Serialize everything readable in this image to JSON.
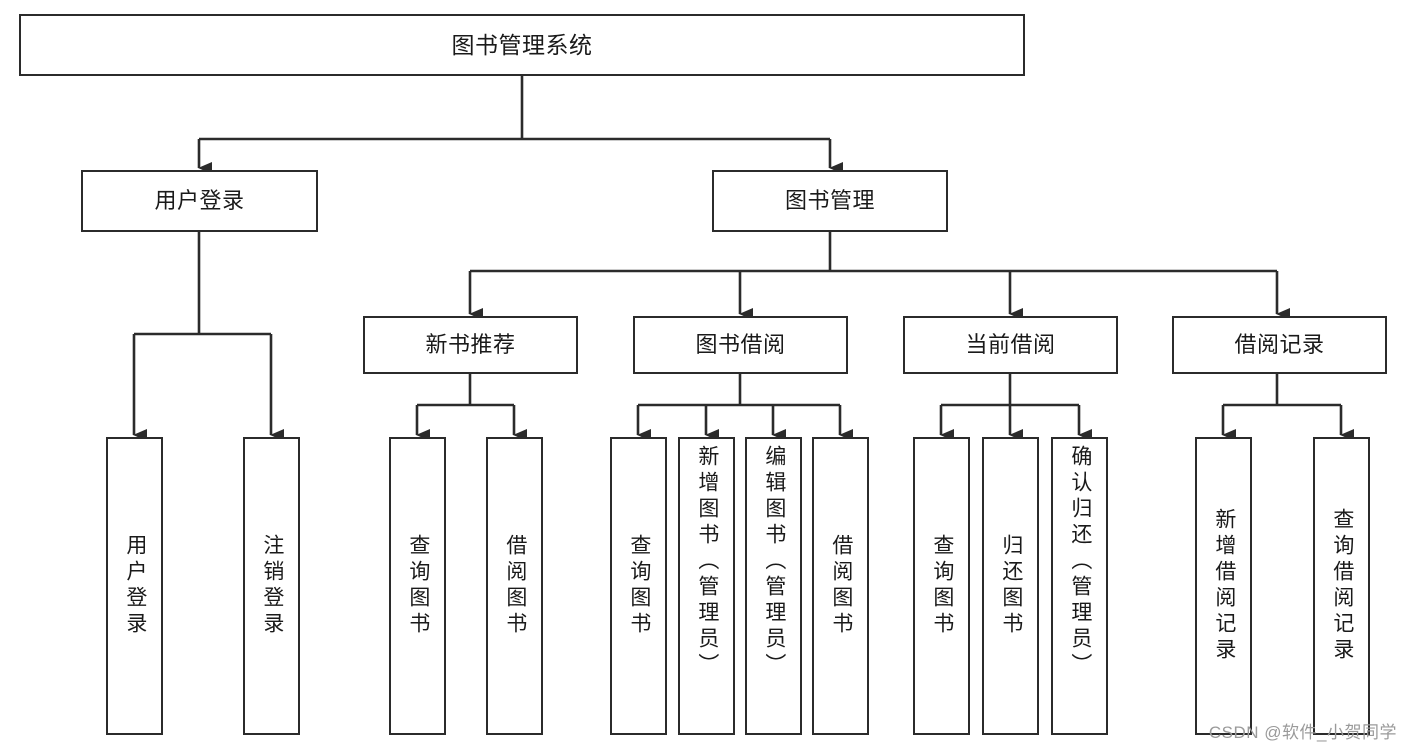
{
  "diagram": {
    "type": "tree",
    "title": "图书管理系统",
    "watermark": "CSDN @软件_小贺同学",
    "colors": {
      "box_border": "#2b2b2b",
      "box_fill": "#ffffff",
      "connector": "#2b2b2b",
      "text": "#1a1a1a",
      "watermark": "#9a9a9a"
    },
    "root": {
      "label": "图书管理系统"
    },
    "level2": [
      {
        "label": "用户登录"
      },
      {
        "label": "图书管理"
      }
    ],
    "level3": [
      {
        "label": "新书推荐"
      },
      {
        "label": "图书借阅"
      },
      {
        "label": "当前借阅"
      },
      {
        "label": "借阅记录"
      }
    ],
    "leaves": {
      "user_login": [
        {
          "label": "用户登录"
        },
        {
          "label": "注销登录"
        }
      ],
      "new_book_recommend": [
        {
          "label": "查询图书"
        },
        {
          "label": "借阅图书"
        }
      ],
      "book_borrow": [
        {
          "label": "查询图书"
        },
        {
          "label": "新增图书（管理员）"
        },
        {
          "label": "编辑图书（管理员）"
        },
        {
          "label": "借阅图书"
        }
      ],
      "current_borrow": [
        {
          "label": "查询图书"
        },
        {
          "label": "归还图书"
        },
        {
          "label": "确认归还（管理员）"
        }
      ],
      "borrow_record": [
        {
          "label": "新增借阅记录"
        },
        {
          "label": "查询借阅记录"
        }
      ]
    }
  }
}
